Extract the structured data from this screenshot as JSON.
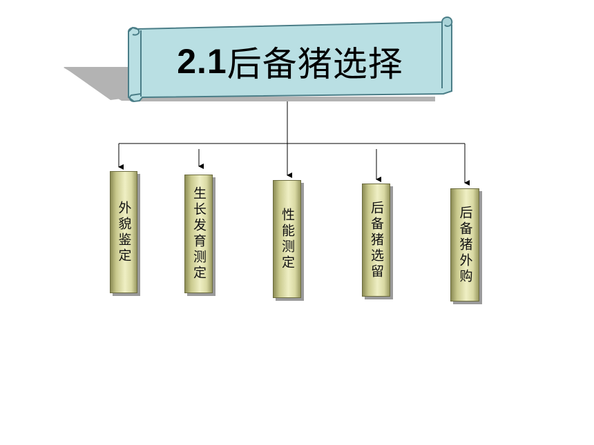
{
  "title": {
    "number": "2.1",
    "text": "后备猪选择"
  },
  "items": [
    {
      "label": "外貌鉴定"
    },
    {
      "label": "生长发育测定"
    },
    {
      "label": "性能测定"
    },
    {
      "label": "后备猪选留"
    },
    {
      "label": "后备猪外购"
    }
  ],
  "colors": {
    "banner_fill": "#b9dfe3",
    "banner_stroke": "#4a7d87",
    "shadow": "#b3b3b3",
    "pillar_light": "#efefc4",
    "pillar_dark": "#8c8c55",
    "connector": "#000000"
  }
}
